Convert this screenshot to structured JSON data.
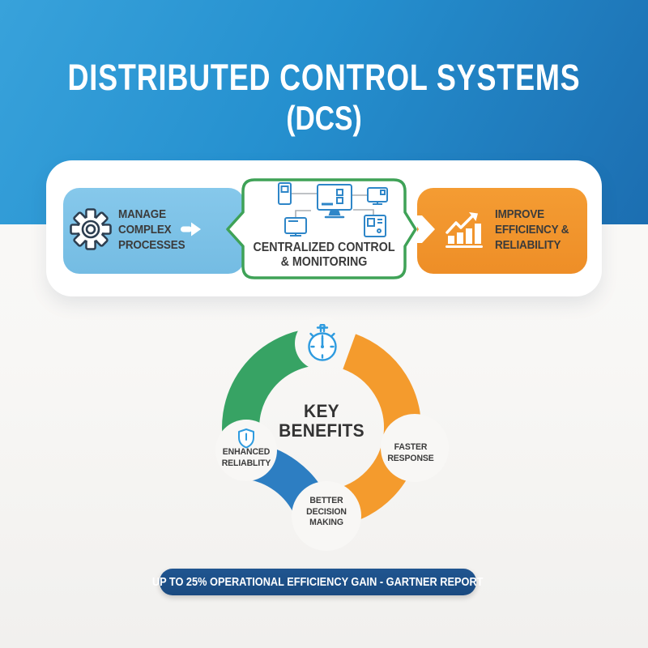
{
  "header": {
    "title_line1": "DISTRIBUTED CONTROL SYSTEMS",
    "title_line2": "(DCS)"
  },
  "flow": {
    "step1": {
      "icon": "gear-icon",
      "lines": [
        "MANAGE",
        "COMPLEX",
        "PROCESSES"
      ]
    },
    "step2": {
      "icon": "scada-network-icon",
      "lines": [
        "CENTRALIZED CONTROL",
        "& MONITORING"
      ]
    },
    "step3": {
      "icon": "growth-chart-icon",
      "lines": [
        "IMPROVE",
        "EFFICIENCY &",
        "RELIABILITY"
      ]
    }
  },
  "benefits": {
    "center_lines": [
      "KEY",
      "BENEFITS"
    ],
    "top_icon": "stopwatch-icon",
    "items": [
      {
        "position": "left",
        "icon": "shield-icon",
        "lines": [
          "ENHANCED",
          "RELIABLITY"
        ]
      },
      {
        "position": "right",
        "lines": [
          "FASTER",
          "RESPONSE"
        ]
      },
      {
        "position": "bottom",
        "lines": [
          "BETTER",
          "DECISION",
          "MAKING"
        ]
      }
    ]
  },
  "footer": {
    "banner_text": "UP TO 25% OPERATIONAL EFFICIENCY GAIN - GARTNER REPORT"
  },
  "colors": {
    "header_gradient_start": "#38a2db",
    "header_gradient_end": "#1c6eb1",
    "step1_bg": "#7ec3e8",
    "step2_border": "#3fa257",
    "step3_bg": "#f0942e",
    "ring_green": "#37a364",
    "ring_orange": "#f49b2d",
    "ring_blue": "#2d7ec2",
    "icon_blue": "#2e93d6",
    "banner_bg": "#1c4d85",
    "text_dark": "#3b3b3b"
  }
}
